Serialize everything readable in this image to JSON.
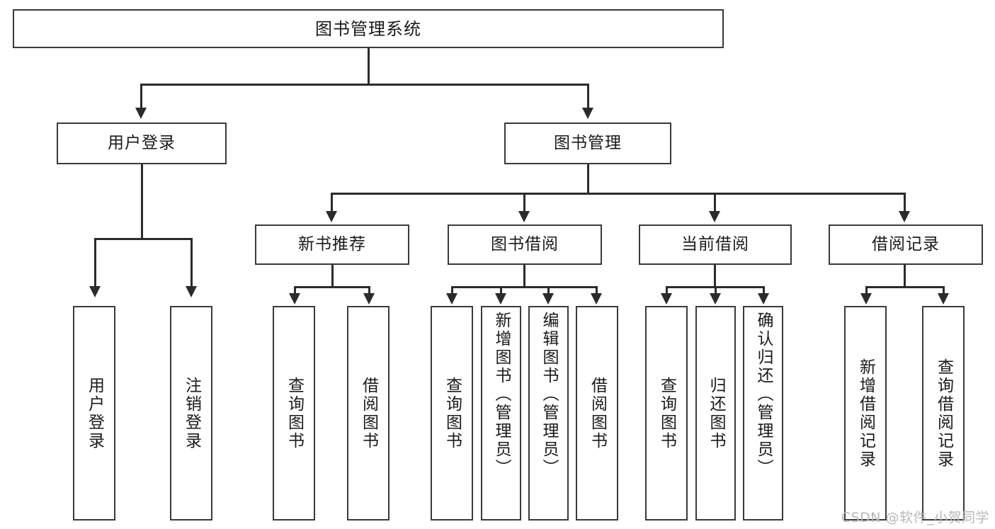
{
  "diagram": {
    "title": "图书管理系统",
    "type": "tree",
    "background_color": "#ffffff",
    "box_border_color": "#3a3a3a",
    "connector_color": "#2b2b2b",
    "text_color": "#1a1a1a"
  },
  "nodes": {
    "root": {
      "label": "图书管理系统"
    },
    "level2": [
      {
        "label": "用户登录"
      },
      {
        "label": "图书管理"
      }
    ],
    "level3": [
      {
        "label": "新书推荐"
      },
      {
        "label": "图书借阅"
      },
      {
        "label": "当前借阅"
      },
      {
        "label": "借阅记录"
      }
    ],
    "leaves": {
      "user_login": [
        {
          "label": "用户登录"
        },
        {
          "label": "注销登录"
        }
      ],
      "new_book": [
        {
          "label": "查询图书"
        },
        {
          "label": "借阅图书"
        }
      ],
      "book_borrow": [
        {
          "label": "查询图书"
        },
        {
          "label": "新增图书（管理员）"
        },
        {
          "label": "编辑图书（管理员）"
        },
        {
          "label": "借阅图书"
        }
      ],
      "current_borrow": [
        {
          "label": "查询图书"
        },
        {
          "label": "归还图书"
        },
        {
          "label": "确认归还（管理员）"
        }
      ],
      "borrow_record": [
        {
          "label": "新增借阅记录"
        },
        {
          "label": "查询借阅记录"
        }
      ]
    }
  },
  "watermark": {
    "text": "CSDN @软件_小贺同学"
  }
}
